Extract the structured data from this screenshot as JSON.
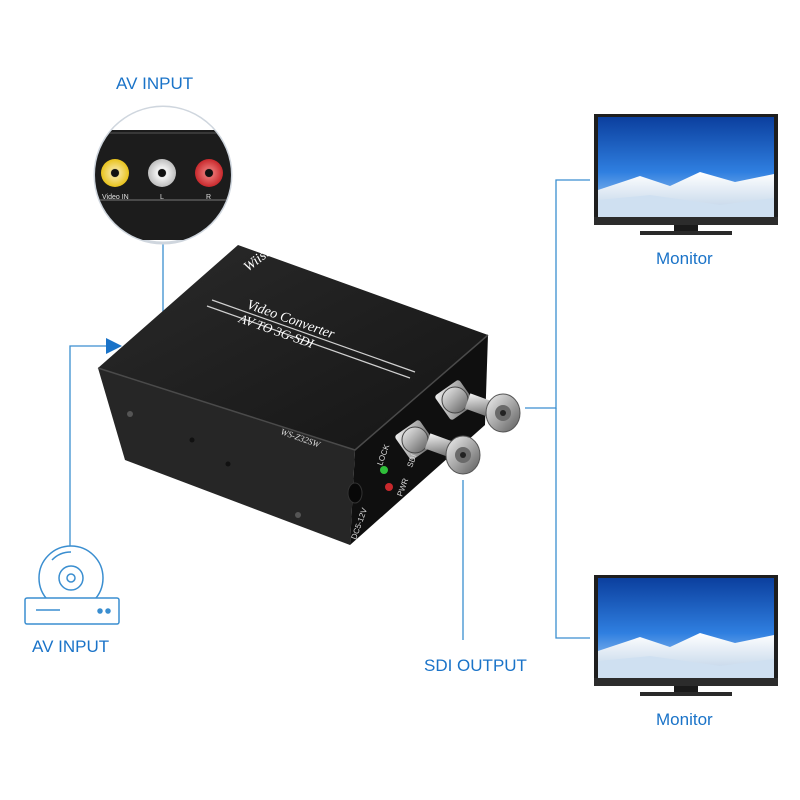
{
  "labels": {
    "av_input_top": "AV INPUT",
    "av_input_bottom": "AV INPUT",
    "sdi_output": "SDI OUTPUT",
    "monitor_top": "Monitor",
    "monitor_bottom": "Monitor"
  },
  "device": {
    "brand": "Wiistar",
    "title": "Video Converter",
    "subtitle": "AV TO 3G-SDI",
    "model": "WS-Z32SW",
    "led_lock": "LOCK",
    "led_pwr": "PWR",
    "power_label": "DC5-12V",
    "sdi_label": "SDI"
  },
  "av_panel": {
    "video_in": "Video IN",
    "left": "L",
    "right": "R"
  },
  "colors": {
    "accent": "#1a73c8",
    "line": "#3a8ed0",
    "device_body": "#1c1c1c",
    "rca_yellow": "#e8c21a",
    "rca_white": "#d8d8d8",
    "rca_red": "#c8282c"
  }
}
